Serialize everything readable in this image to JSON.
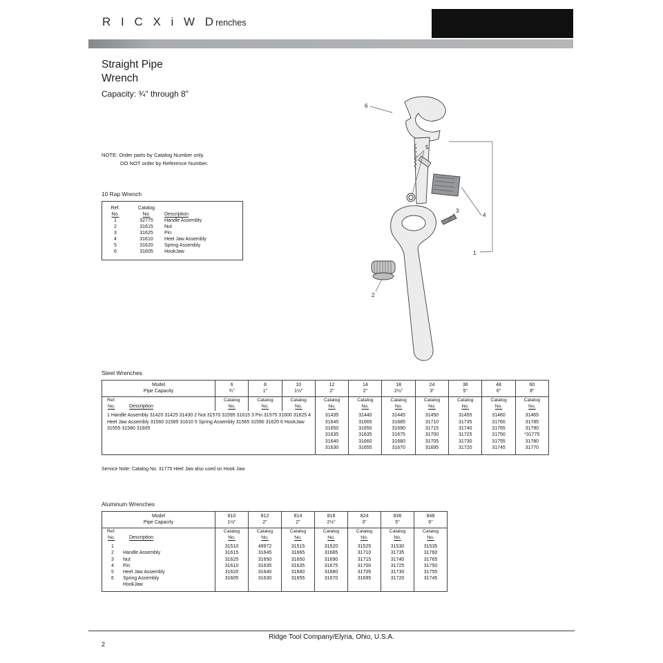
{
  "labels": {
    "ref": "Ref.",
    "no": "No.",
    "catalog": "Catalog",
    "description": "Description",
    "model": "Model",
    "pipe_capacity": "Pipe Capacity"
  },
  "header": {
    "logo": "R I C X i W D",
    "section": "renches"
  },
  "title": {
    "line1": "Straight Pipe",
    "line2": "Wrench",
    "capacity": "Capacity: ¾\" through 8\""
  },
  "note": {
    "line1": "NOTE: Order parts by Catalog Number only.",
    "line2": "DO NOT order by Reference Number."
  },
  "rap_table": {
    "title": "10 Rap Wrench",
    "rows": [
      {
        "ref": "1",
        "catalog": "32775",
        "description": "Handle Assembly"
      },
      {
        "ref": "2",
        "catalog": "31615",
        "description": "Nut"
      },
      {
        "ref": "3",
        "catalog": "31625",
        "description": "Pin"
      },
      {
        "ref": "4",
        "catalog": "31610",
        "description": "Heel Jaw Assembly"
      },
      {
        "ref": "5",
        "catalog": "31620",
        "description": "Spring Assembly"
      },
      {
        "ref": "6",
        "catalog": "31605",
        "description": "HookJaw"
      }
    ]
  },
  "diagram": {
    "callouts": [
      "1",
      "2",
      "3",
      "4",
      "5",
      "6"
    ]
  },
  "steel": {
    "title": "Steel Wrenches",
    "description_text": "1 Handle Assembly 31420 31425 31430 2 Nut 31570 31595 31615 3 Pin 31575 31600 31625 4 Heel Jaw Assembly 31560 31585 31610 5 Spring Assembly 31565 31590 31620 6 HookJaw 31555 31580 31605",
    "columns": [
      {
        "model": "6",
        "capacity": "¾\""
      },
      {
        "model": "8",
        "capacity": "1\""
      },
      {
        "model": "10",
        "capacity": "1½\""
      },
      {
        "model": "12",
        "capacity": "2\"",
        "values": [
          "31435",
          "31645",
          "31650",
          "31635",
          "31640",
          "31630"
        ]
      },
      {
        "model": "14",
        "capacity": "2\"",
        "values": [
          "31440",
          "31665",
          "31650",
          "31635",
          "31660",
          "31655"
        ]
      },
      {
        "model": "18",
        "capacity": "2½\"",
        "values": [
          "31445",
          "31685",
          "31690",
          "31675",
          "31680",
          "31670"
        ]
      },
      {
        "model": "24",
        "capacity": "3\"",
        "values": [
          "31450",
          "31710",
          "31715",
          "31700",
          "31705",
          "31695"
        ]
      },
      {
        "model": "36",
        "capacity": "5\"",
        "values": [
          "31455",
          "31735",
          "31740",
          "31725",
          "31730",
          "31720"
        ]
      },
      {
        "model": "48",
        "capacity": "6\"",
        "values": [
          "31460",
          "31760",
          "31765",
          "31750",
          "31755",
          "31745"
        ]
      },
      {
        "model": "60",
        "capacity": "8\"",
        "values": [
          "31465",
          "31785",
          "31790",
          "*31775",
          "31780",
          "31770"
        ]
      }
    ],
    "service_note": "Service Note: Catalog No. 31775 Heel Jaw also used on Hook Jaw"
  },
  "aluminum": {
    "title": "Aluminum Wrenches",
    "refs": [
      "1",
      "2",
      "3",
      "4",
      "5",
      "6"
    ],
    "descriptions": [
      "Handle Assembly",
      "Nut",
      "Pin",
      "Heel Jaw Assembly",
      "Spring Assembly",
      "HookJaw"
    ],
    "columns": [
      {
        "model": "810",
        "capacity": "1½\"",
        "values": [
          "31510",
          "31615",
          "31625",
          "31610",
          "31620",
          "31605"
        ]
      },
      {
        "model": "812",
        "capacity": "2\"",
        "values": [
          "49972",
          "31645",
          "31650",
          "31635",
          "31640",
          "31630"
        ]
      },
      {
        "model": "814",
        "capacity": "2\"",
        "values": [
          "31515",
          "31665",
          "31650",
          "31635",
          "31660",
          "31655"
        ]
      },
      {
        "model": "818",
        "capacity": "2½\"",
        "values": [
          "31520",
          "31685",
          "31690",
          "31675",
          "31680",
          "31670"
        ]
      },
      {
        "model": "824",
        "capacity": "3\"",
        "values": [
          "31525",
          "31710",
          "31715",
          "31700",
          "31705",
          "31695"
        ]
      },
      {
        "model": "836",
        "capacity": "5\"",
        "values": [
          "31530",
          "31735",
          "31740",
          "31725",
          "31730",
          "31720"
        ]
      },
      {
        "model": "848",
        "capacity": "6\"",
        "values": [
          "31535",
          "31760",
          "31765",
          "31750",
          "31755",
          "31745"
        ]
      }
    ]
  },
  "footer": {
    "company": "Ridge Tool Company/Elyria, Ohio, U.S.A.",
    "page": "2"
  }
}
